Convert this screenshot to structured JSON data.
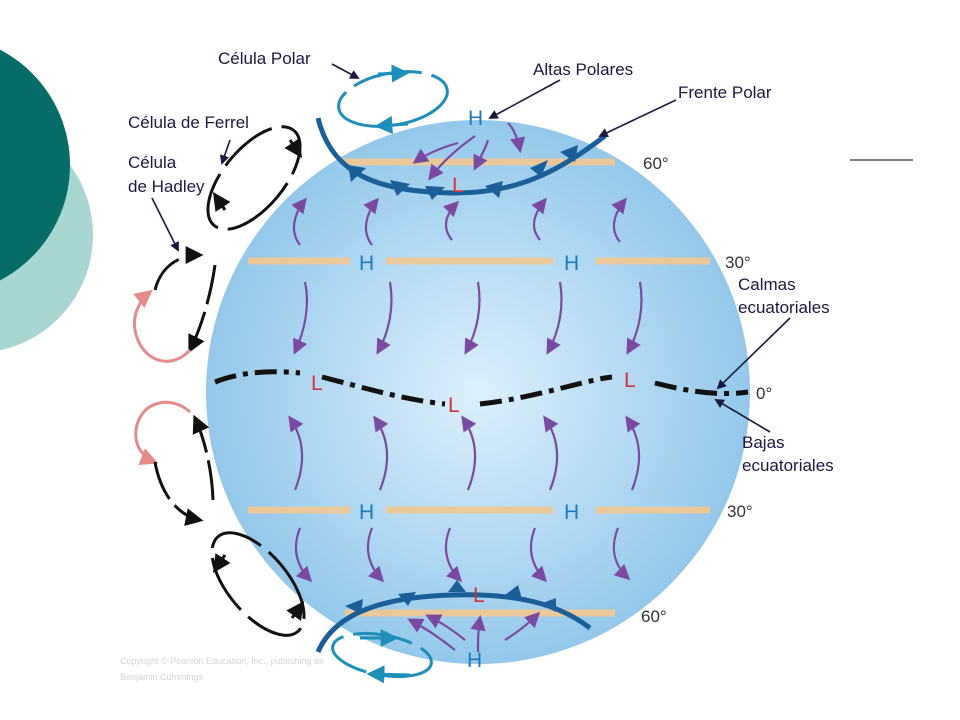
{
  "colors": {
    "globe_center": "#ddf0fc",
    "globe_edge": "#94c8ea",
    "cell_black": "#111111",
    "cell_blue": "#1e8fb8",
    "cell_pink": "#e48b8b",
    "front_blue": "#1a5f98",
    "latitude_band": "#eac89a",
    "wind_purple": "#7a4aa0",
    "high_blue": "#1e7ab8",
    "low_red": "#d0333a",
    "side_teal_dark": "#056c68",
    "side_teal_light": "#a8d6d2"
  },
  "labels": {
    "polar_cell": "Célula Polar",
    "ferrel_cell": "Célula de Ferrel",
    "hadley_cell_1": "Célula",
    "hadley_cell_2": "de Hadley",
    "polar_highs": "Altas Polares",
    "polar_front": "Frente Polar",
    "equatorial_calms_1": "Calmas",
    "equatorial_calms_2": "ecuatoriales",
    "equatorial_lows_1": "Bajas",
    "equatorial_lows_2": "ecuatoriales"
  },
  "pressure": {
    "high": "H",
    "low": "L"
  },
  "latitudes": {
    "n60": "60°",
    "n30": "30°",
    "eq": "0°",
    "s30": "30°",
    "s60": "60°"
  },
  "credit": {
    "line1": "Copyright © Pearson Education, Inc., publishing as",
    "line2": "Benjamin Cummings"
  }
}
